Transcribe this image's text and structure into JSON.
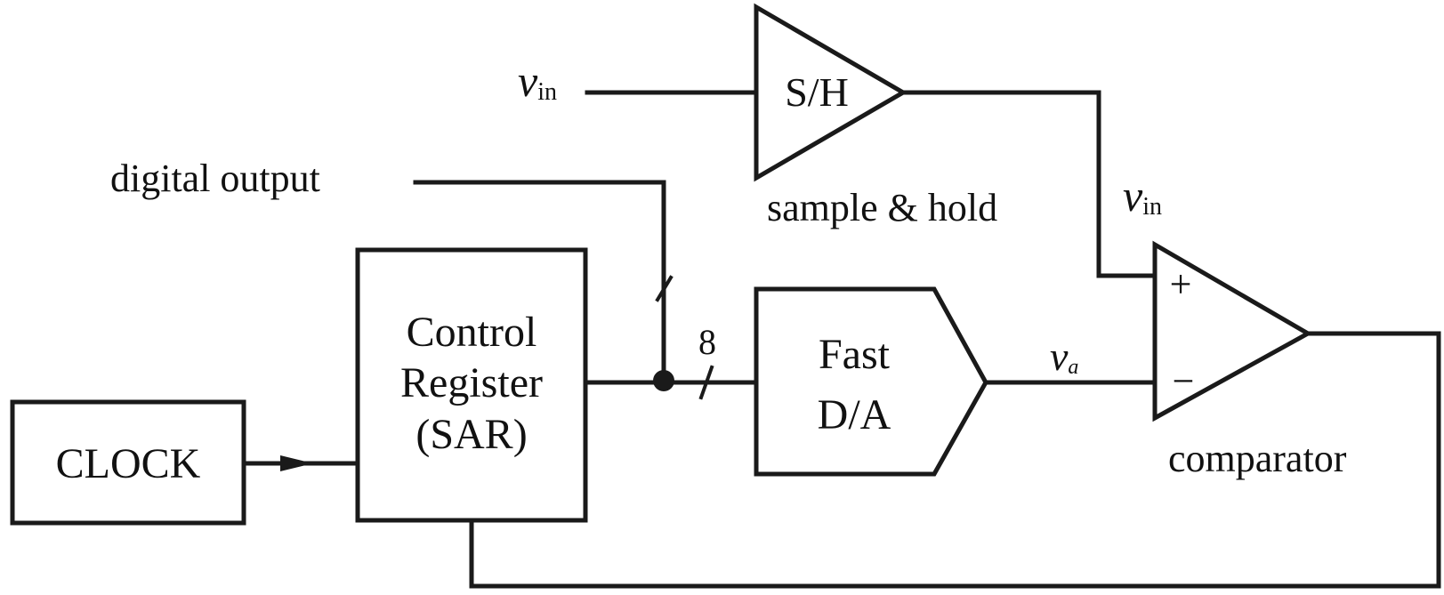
{
  "diagram": {
    "blocks": {
      "clock": "CLOCK",
      "sar_line1": "Control",
      "sar_line2": "Register",
      "sar_line3": "(SAR)",
      "dac_line1": "Fast",
      "dac_line2": "D/A",
      "sh": "S/H"
    },
    "captions": {
      "sample_hold": "sample & hold",
      "comparator": "comparator",
      "digital_output": "digital output"
    },
    "signals": {
      "input_symbol": "v",
      "input_sub": "in",
      "held_symbol": "v",
      "held_sub": "in",
      "dac_symbol": "v",
      "dac_sub": "a",
      "bus_width": "8",
      "plus": "+",
      "minus": "−"
    },
    "colors": {
      "ink": "#1a1a1a",
      "background": "#ffffff"
    }
  }
}
